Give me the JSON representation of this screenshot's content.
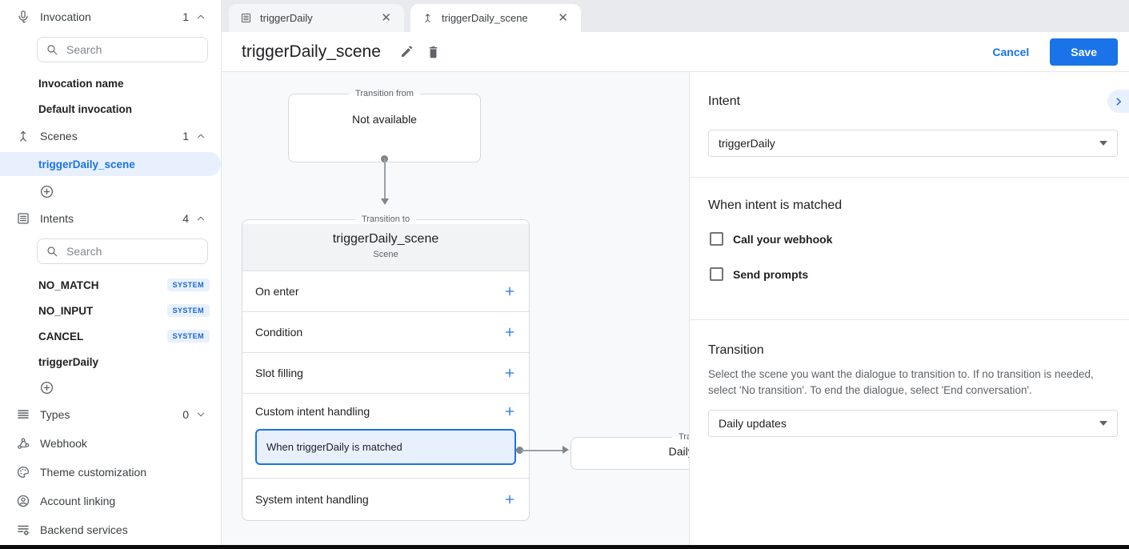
{
  "colors": {
    "accent": "#1a73e8",
    "accent_light": "#e8f0fe",
    "canvas_bg": "#f8f9fa"
  },
  "sidebar": {
    "invocation": {
      "label": "Invocation",
      "count": "1",
      "search_placeholder": "Search",
      "items": [
        {
          "label": "Invocation name"
        },
        {
          "label": "Default invocation"
        }
      ]
    },
    "scenes": {
      "label": "Scenes",
      "count": "1",
      "items": [
        {
          "label": "triggerDaily_scene",
          "selected": true
        }
      ]
    },
    "intents": {
      "label": "Intents",
      "count": "4",
      "search_placeholder": "Search",
      "items": [
        {
          "label": "NO_MATCH",
          "badge": "SYSTEM"
        },
        {
          "label": "NO_INPUT",
          "badge": "SYSTEM"
        },
        {
          "label": "CANCEL",
          "badge": "SYSTEM"
        },
        {
          "label": "triggerDaily",
          "badge": ""
        }
      ]
    },
    "types": {
      "label": "Types",
      "count": "0"
    },
    "links": [
      {
        "label": "Webhook"
      },
      {
        "label": "Theme customization"
      },
      {
        "label": "Account linking"
      },
      {
        "label": "Backend services"
      }
    ]
  },
  "tabs": [
    {
      "label": "triggerDaily",
      "icon": "intent-icon"
    },
    {
      "label": "triggerDaily_scene",
      "icon": "scene-icon",
      "active": true
    }
  ],
  "header": {
    "title": "triggerDaily_scene",
    "cancel_label": "Cancel",
    "save_label": "Save"
  },
  "canvas": {
    "transition_from": {
      "legend": "Transition from",
      "content": "Not available"
    },
    "scene_card": {
      "legend": "Transition to",
      "title": "triggerDaily_scene",
      "subtitle": "Scene",
      "rows": {
        "on_enter": "On enter",
        "condition": "Condition",
        "slot_filling": "Slot filling",
        "custom_intent": "Custom intent handling",
        "system_intent": "System intent handling"
      },
      "custom_intent_item": "When triggerDaily is matched"
    },
    "target_card": {
      "legend": "Transition to",
      "content": "Daily updates"
    }
  },
  "panel": {
    "intent": {
      "heading": "Intent",
      "value": "triggerDaily"
    },
    "matched": {
      "heading": "When intent is matched",
      "checkbox_webhook": "Call your webhook",
      "checkbox_prompts": "Send prompts"
    },
    "transition": {
      "heading": "Transition",
      "description": "Select the scene you want the dialogue to transition to. If no transition is needed, select 'No transition'. To end the dialogue, select 'End conversation'.",
      "value": "Daily updates"
    }
  }
}
